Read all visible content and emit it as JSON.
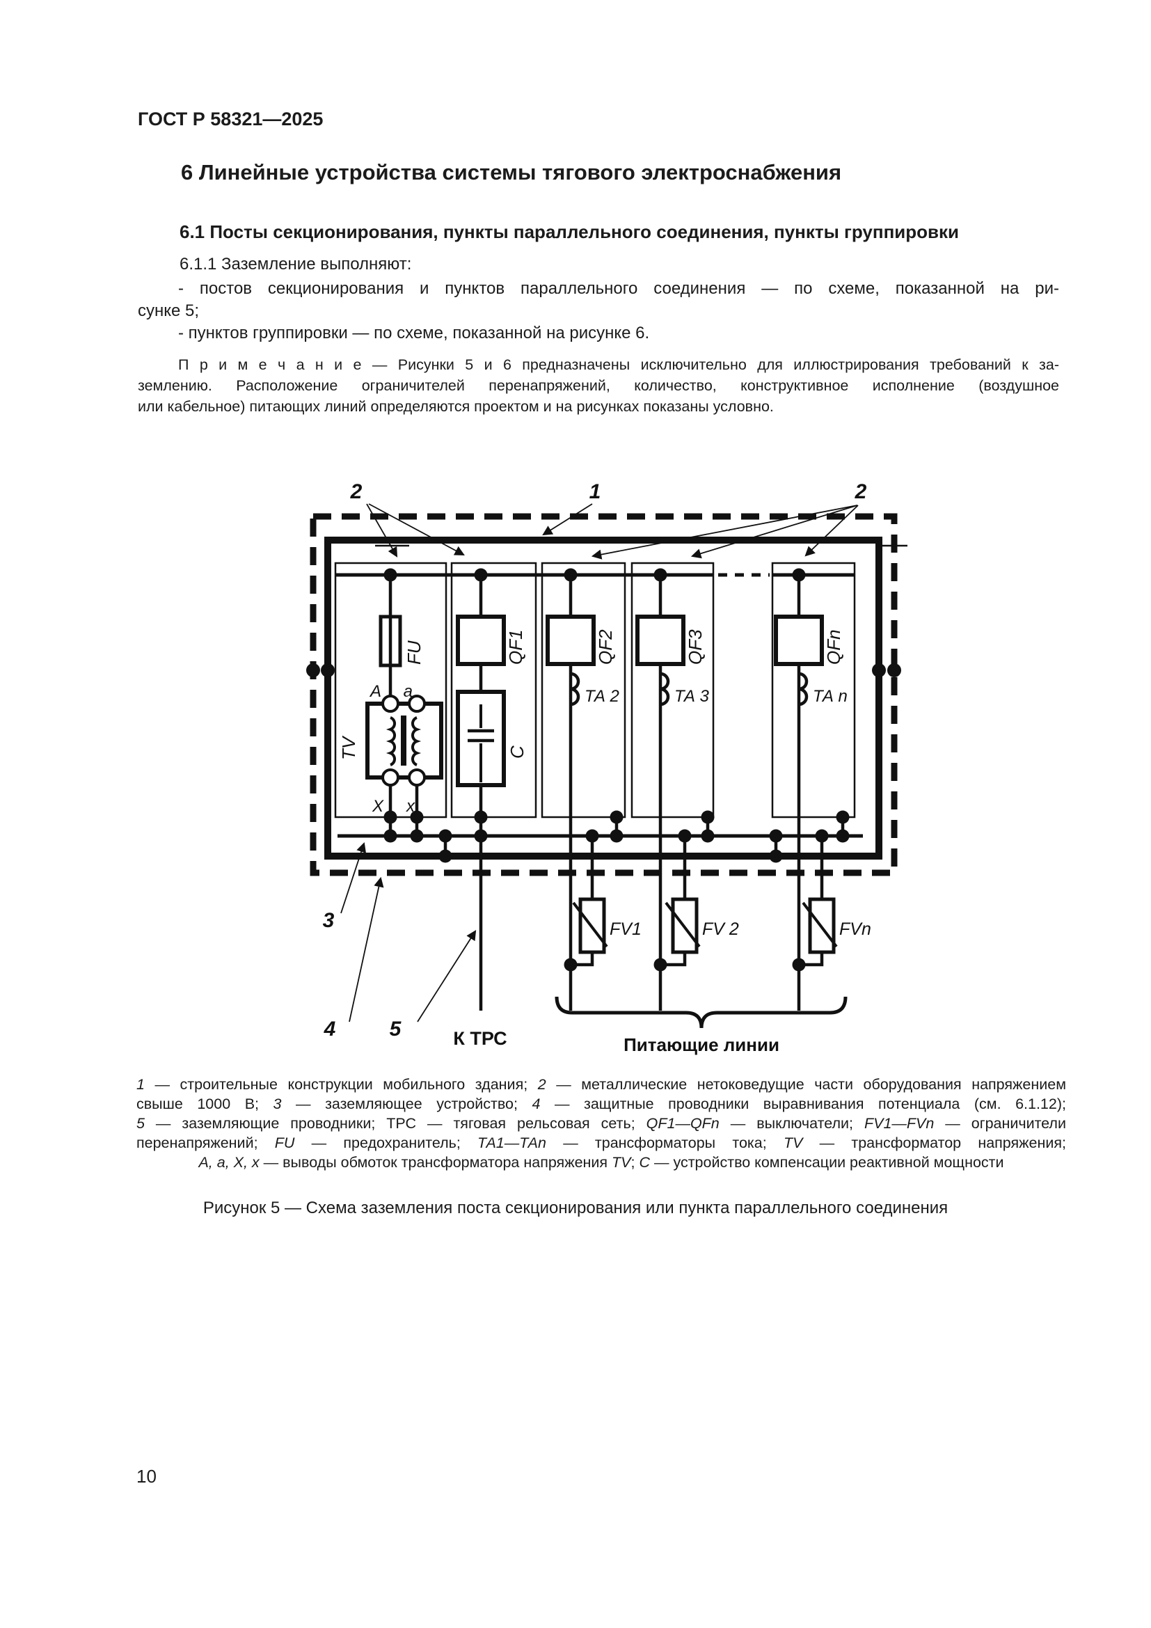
{
  "page": {
    "standard_ref": "ГОСТ Р 58321—2025",
    "page_number": "10"
  },
  "section": {
    "h6": "6 Линейные устройства системы тягового электроснабжения",
    "h61": "6.1 Посты секционирования, пункты параллельного соединения, пункты группировки",
    "p611": "6.1.1 Заземление выполняют:",
    "bullet1_line1": "- постов секционирования и пунктов параллельного соединения — по схеме, показанной на ри-",
    "bullet1_line2": "сунке 5;",
    "bullet2": "- пунктов группировки — по схеме, показанной на рисунке 6.",
    "note_line1": "П р и м е ч а н и е  —  Рисунки 5 и 6 предназначены исключительно для иллюстрирования требований к за-",
    "note_line2": "землению. Расположение ограничителей перенапряжений, количество, конструктивное исполнение (воздушное",
    "note_line3": "или кабельное) питающих линий определяются проектом и на рисунках показаны условно."
  },
  "figure": {
    "caption": "Рисунок 5 — Схема заземления поста секционирования или пункта параллельного соединения",
    "callouts": {
      "n1": "1",
      "n2": "2",
      "n3": "3",
      "n4": "4",
      "n5": "5"
    },
    "labels": {
      "fu": "FU",
      "qf1": "QF1",
      "qf2": "QF2",
      "qf3": "QF3",
      "qfn": "QFn",
      "ta2": "ТА 2",
      "ta3": "ТА 3",
      "tan": "ТА n",
      "tv": "TV",
      "c": "C",
      "term_A": "A",
      "term_a": "a",
      "term_X": "X",
      "term_x": "x",
      "fv1": "FV1",
      "fv2": "FV 2",
      "fvn": "FVn",
      "to_trs": "К ТРС",
      "feeders": "Питающие линии"
    },
    "legend": [
      [
        {
          "t": "1",
          "i": 1
        },
        {
          "t": " — строительные конструкции мобильного здания; ",
          "i": 0
        },
        {
          "t": "2",
          "i": 1
        },
        {
          "t": " — металлические нетоковедущие части оборудования напряжением",
          "i": 0
        }
      ],
      [
        {
          "t": "свыше 1000 В; ",
          "i": 0
        },
        {
          "t": "3",
          "i": 1
        },
        {
          "t": " — заземляющее устройство; ",
          "i": 0
        },
        {
          "t": "4",
          "i": 1
        },
        {
          "t": " — защитные проводники выравнивания потенциала (см. 6.1.12);",
          "i": 0
        }
      ],
      [
        {
          "t": "5",
          "i": 1
        },
        {
          "t": " — заземляющие проводники; ТРС — тяговая рельсовая сеть; ",
          "i": 0
        },
        {
          "t": "QF1—QFn",
          "i": 1
        },
        {
          "t": " — выключатели; ",
          "i": 0
        },
        {
          "t": "FV1—FVn",
          "i": 1
        },
        {
          "t": " — ограничители",
          "i": 0
        }
      ],
      [
        {
          "t": "перенапряжений; ",
          "i": 0
        },
        {
          "t": "FU",
          "i": 1
        },
        {
          "t": " — предохранитель; ",
          "i": 0
        },
        {
          "t": "ТА1—ТАn",
          "i": 1
        },
        {
          "t": " — трансформаторы тока; ",
          "i": 0
        },
        {
          "t": "TV",
          "i": 1
        },
        {
          "t": " — трансформатор напряжения;",
          "i": 0
        }
      ],
      [
        {
          "t": "А, а, X, x",
          "i": 1
        },
        {
          "t": " — выводы обмоток трансформатора напряжения ",
          "i": 0
        },
        {
          "t": "TV",
          "i": 1
        },
        {
          "t": "; ",
          "i": 0
        },
        {
          "t": "С",
          "i": 1
        },
        {
          "t": " — устройство компенсации реактивной мощности",
          "i": 0
        }
      ]
    ]
  }
}
